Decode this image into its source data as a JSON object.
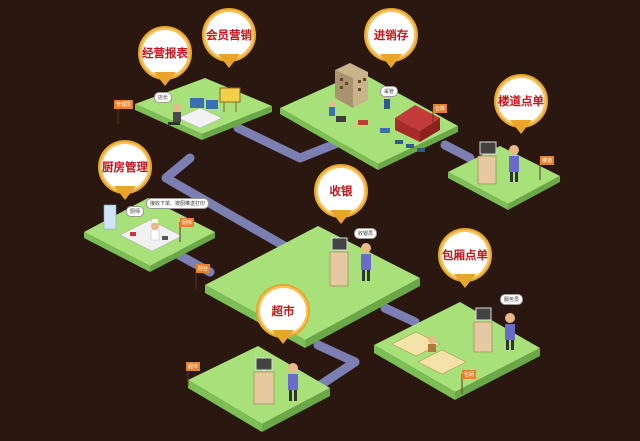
{
  "modules": [
    {
      "id": "business_report",
      "label": "经营报表"
    },
    {
      "id": "member_marketing",
      "label": "会员营销"
    },
    {
      "id": "inventory",
      "label": "进销存"
    },
    {
      "id": "floor_ordering",
      "label": "楼道点单"
    },
    {
      "id": "kitchen_management",
      "label": "厨房管理"
    },
    {
      "id": "cashier",
      "label": "收银"
    },
    {
      "id": "private_room_ordering",
      "label": "包厢点单"
    },
    {
      "id": "supermarket",
      "label": "超市"
    }
  ],
  "signs": {
    "management": "管理层",
    "warehouse": "仓库",
    "floor": "楼道",
    "kitchen": "厨房",
    "front_desk": "前台",
    "supermarket": "超市",
    "private_room": "包厢"
  },
  "bubbles": {
    "boss": "店长",
    "purchaser": "采管",
    "chef": "厨师",
    "kitchen_note": "接收下单、按厨推送打印",
    "cashier": "收银员",
    "waiter": "服务员"
  },
  "colors": {
    "background": "#2a1710",
    "platform_top": "#a8e07a",
    "platform_side": "#7cbf56",
    "road": "#7b7fb2",
    "pin_border": "#e8a52a",
    "pin_text": "#c4161c"
  }
}
